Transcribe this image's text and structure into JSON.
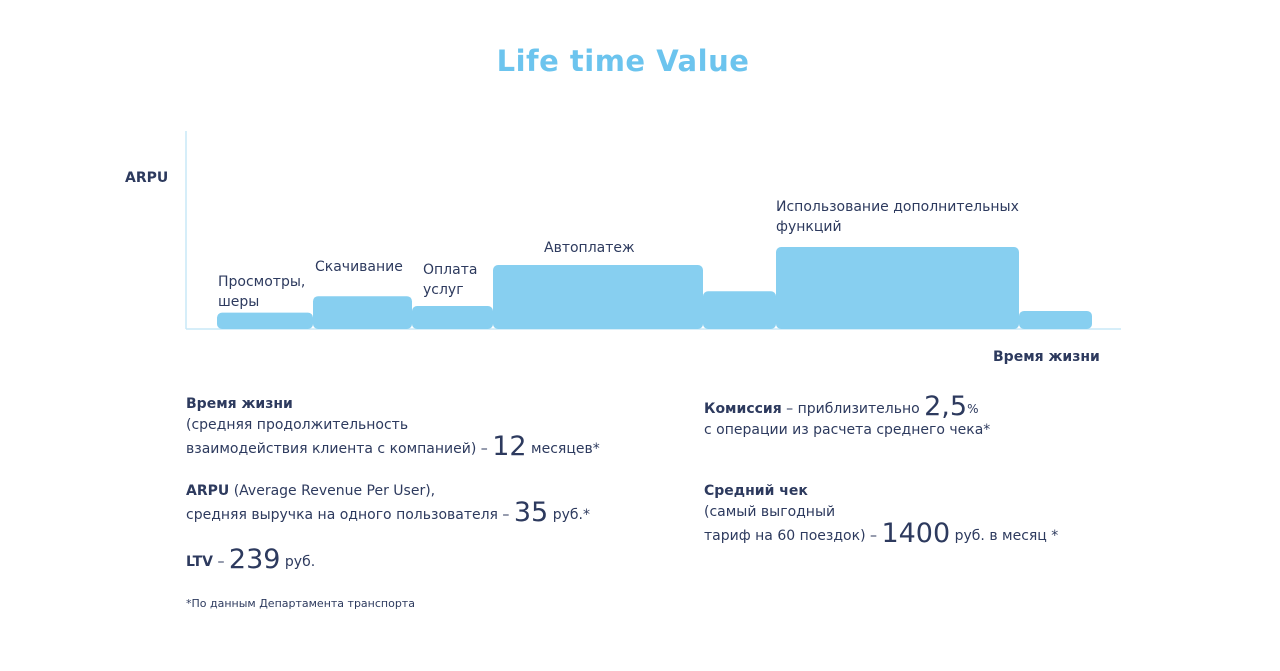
{
  "title": "Life time Value",
  "chart_data": {
    "type": "bar",
    "ylabel": "ARPU",
    "xlabel": "Время жизни",
    "grid": false,
    "categories": [
      "Просмотры, шеры",
      "Скачивание",
      "Оплата услуг",
      "Автоплатеж",
      "",
      "Использование дополнительных функций",
      ""
    ],
    "values": [
      1,
      2,
      1.4,
      3.9,
      2.3,
      5,
      1.1
    ],
    "color": "#87cff0"
  },
  "stats": {
    "lifetime": {
      "heading": "Время жизни",
      "line1": "(средняя продолжительность",
      "line2": "взаимодействия клиента с компанией) –",
      "value": "12",
      "unit": "месяцев*"
    },
    "arpu": {
      "heading": "ARPU",
      "line1_rest": "(Average Revenue Per User),",
      "line2": "средняя выручка на одного пользователя –",
      "value": "35",
      "unit": "руб.*"
    },
    "ltv": {
      "heading": "LTV",
      "dash": "–",
      "value": "239",
      "unit": "руб."
    },
    "commission": {
      "heading": "Комиссия",
      "text": "– приблизительно",
      "value": "2,5",
      "unit": "%",
      "line2": "с операции из расчета среднего чека*"
    },
    "avg_check": {
      "heading": "Средний чек",
      "line1": "(самый выгодный",
      "line2": "тариф на 60 поездок) –",
      "value": "1400",
      "unit": "руб. в месяц *"
    }
  },
  "footnote": "*По данным Департамента транспорта"
}
